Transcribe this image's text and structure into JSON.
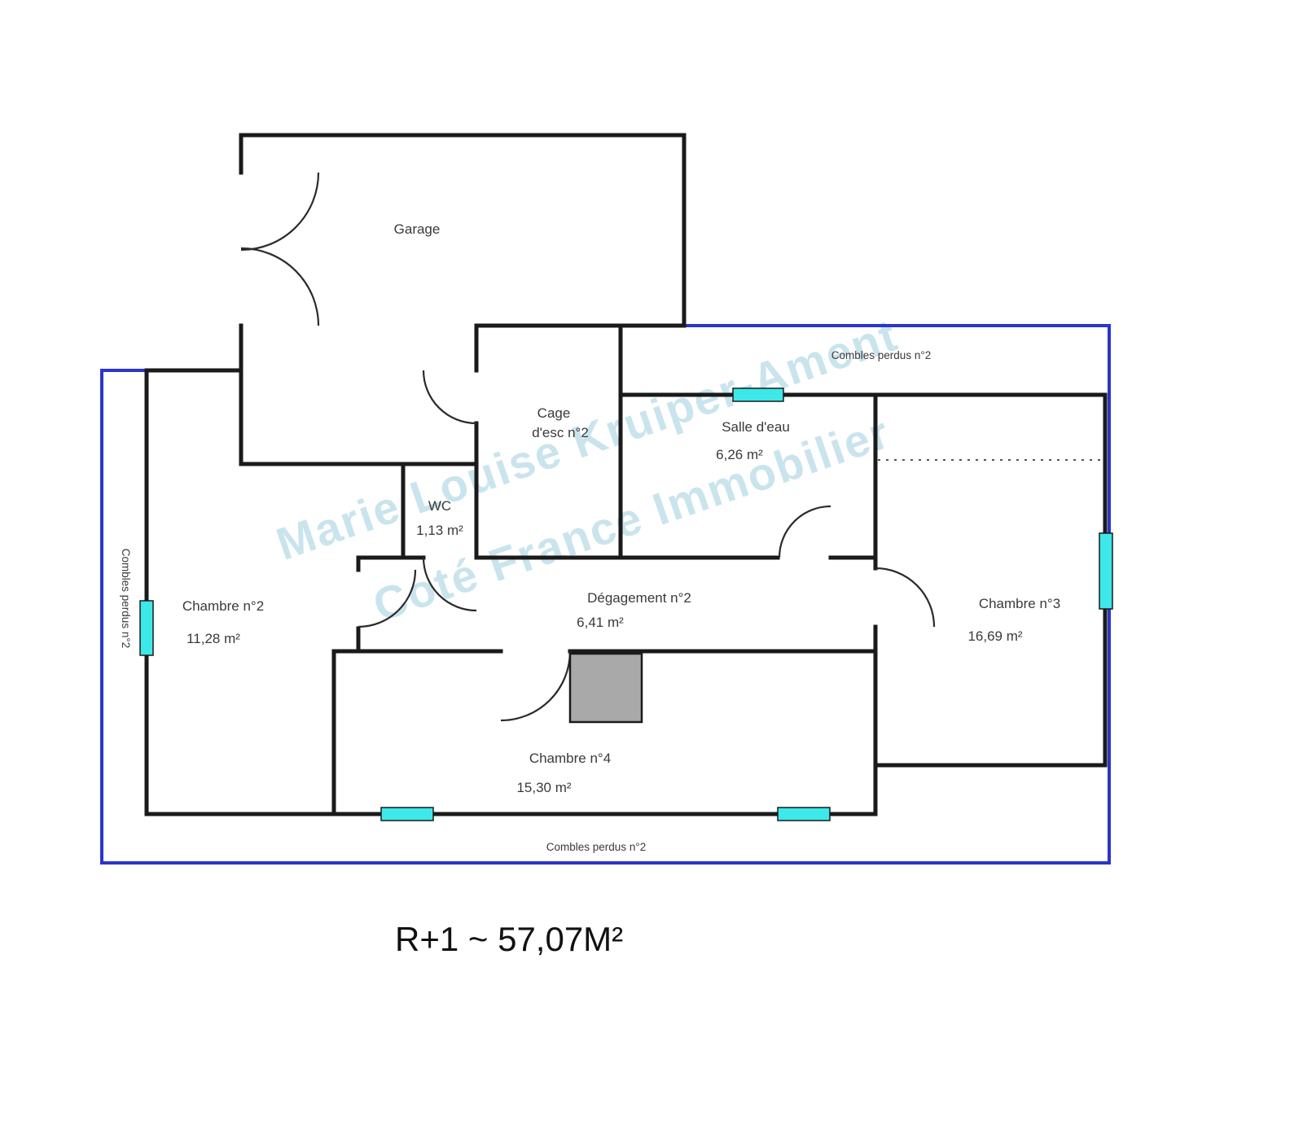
{
  "title": {
    "text": "R+1 ~ 57,07M²"
  },
  "watermark": {
    "line1": "Marie Louise Kruiper-Ament",
    "line2": "Coté France Immobilier",
    "color": "#9fcfe0"
  },
  "rooms": {
    "garage": {
      "label": "Garage"
    },
    "cage": {
      "label_line1": "Cage",
      "label_line2": "d'esc n°2"
    },
    "wc": {
      "label": "WC",
      "area": "1,13 m²"
    },
    "salle_eau": {
      "label": "Salle d'eau",
      "area": "6,26 m²"
    },
    "chambre2": {
      "label": "Chambre n°2",
      "area": "11,28 m²"
    },
    "chambre3": {
      "label": "Chambre n°3",
      "area": "16,69 m²"
    },
    "chambre4": {
      "label": "Chambre n°4",
      "area": "15,30 m²"
    },
    "degagement": {
      "label": "Dégagement n°2",
      "area": "6,41 m²"
    }
  },
  "combles": {
    "top": "Combles perdus n°2",
    "left": "Combles perdus n°2",
    "bottom": "Combles perdus n°2"
  },
  "colors": {
    "wall": "#1a1a1a",
    "boundary": "#2a35cc",
    "window": "#3de8e8",
    "chimney": "#a9a9a9"
  }
}
